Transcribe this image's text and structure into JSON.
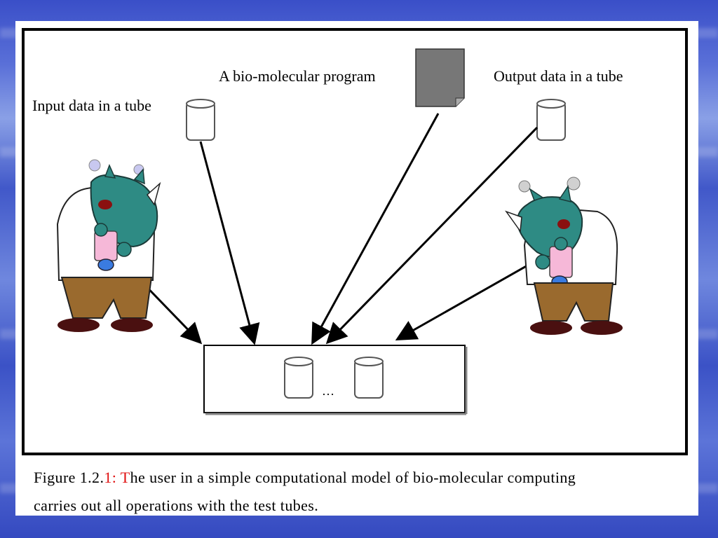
{
  "labels": {
    "program": "A bio-molecular program",
    "output": "Output data in a tube",
    "input": "Input data in a tube",
    "ellipsis": "…"
  },
  "caption": {
    "prefix": "Figure 1.2.",
    "num": "1:",
    "t_letter": "T",
    "text_line1": "he user in a simple computational model of bio-molecular computing",
    "text_line2": "carries out all operations with the test tubes."
  },
  "colors": {
    "rhino_skin": "#2e8b84",
    "shirt": "#ffffff",
    "pants": "#9a6a2e",
    "shoes": "#4a1010",
    "tube_pink": "#f6b8d8",
    "tube_blue": "#3a7be0",
    "caption_red": "#e01010"
  }
}
